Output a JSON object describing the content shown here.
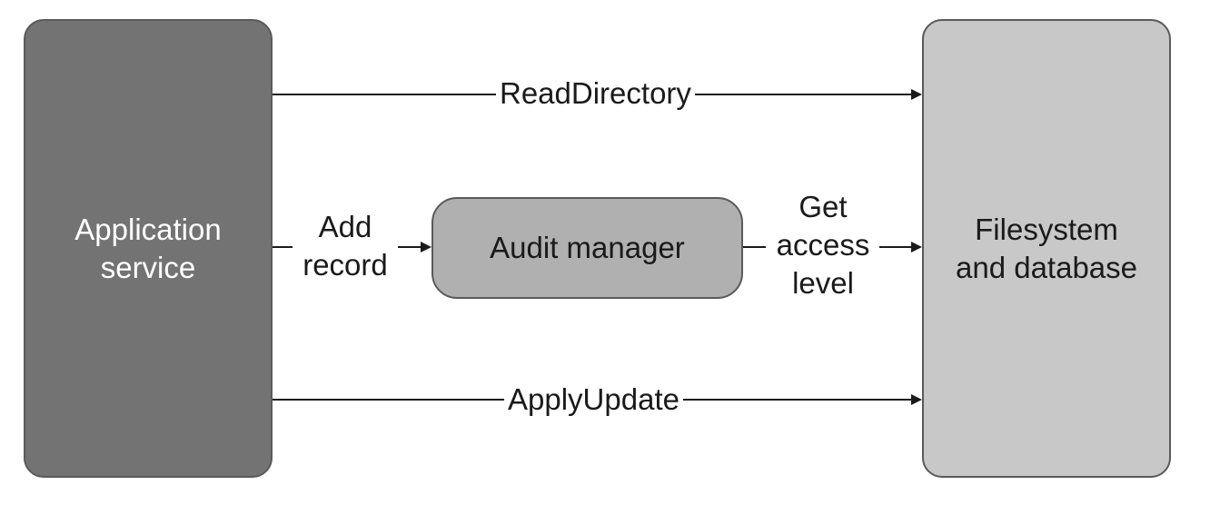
{
  "nodes": {
    "application_service": {
      "label": "Application\nservice",
      "fill": "#737373"
    },
    "audit_manager": {
      "label": "Audit manager",
      "fill": "#b0b0b0"
    },
    "filesystem_database": {
      "label": "Filesystem\nand database",
      "fill": "#c8c8c8"
    }
  },
  "edges": {
    "read_directory": {
      "label": "ReadDirectory",
      "from": "Application service",
      "to": "Filesystem and database"
    },
    "add_record": {
      "label": "Add\nrecord",
      "from": "Application service",
      "to": "Audit manager"
    },
    "get_access_level": {
      "label": "Get\naccess\nlevel",
      "from": "Audit manager",
      "to": "Filesystem and database"
    },
    "apply_update": {
      "label": "ApplyUpdate",
      "from": "Application service",
      "to": "Filesystem and database"
    }
  },
  "colors": {
    "line": "#1a1a1a",
    "border": "#5a5a5a"
  }
}
